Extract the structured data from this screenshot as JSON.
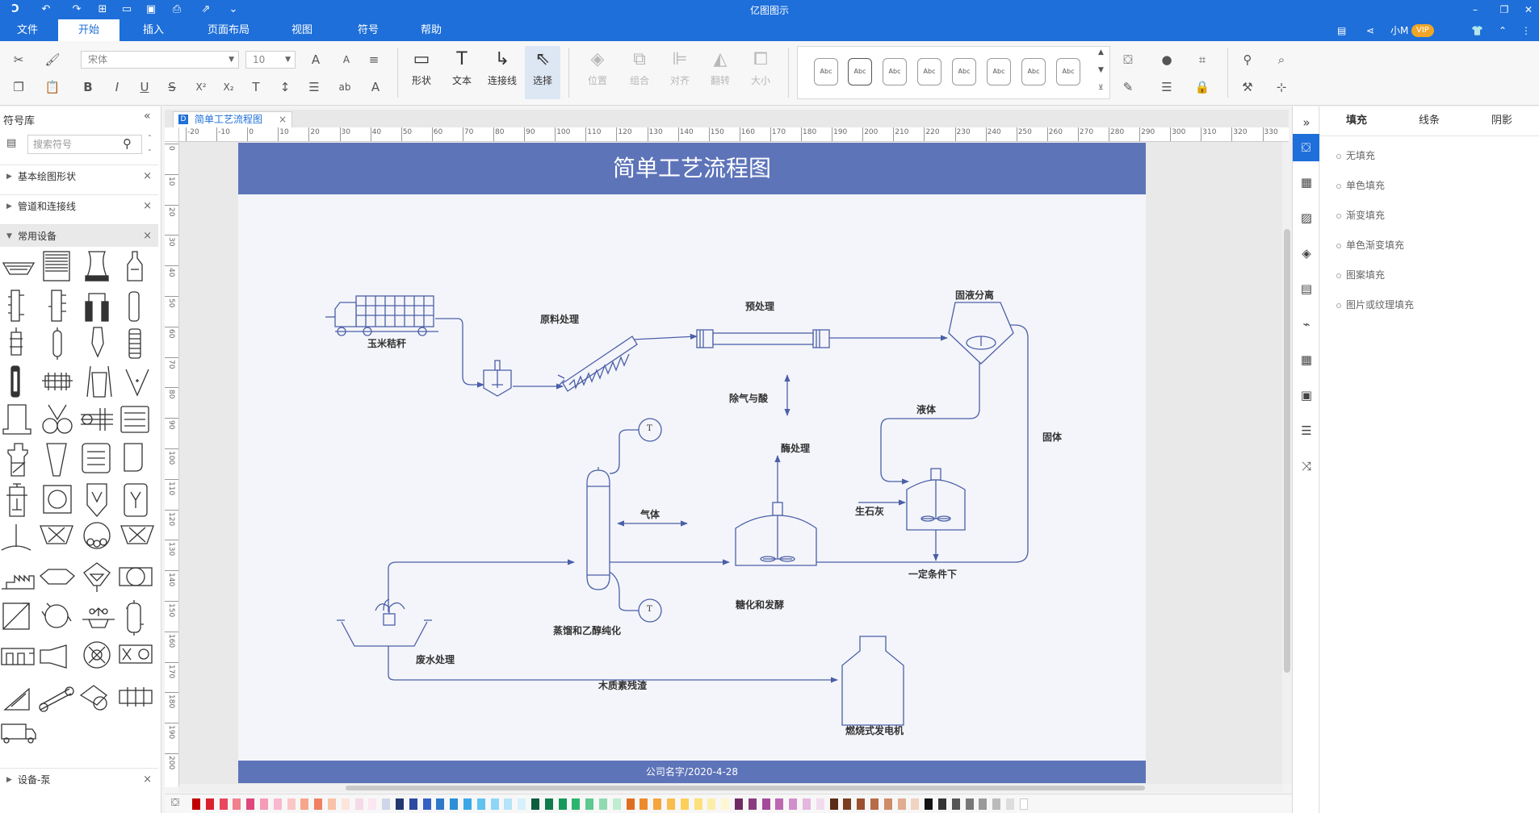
{
  "app": {
    "title": "亿图图示",
    "quick_access": [
      "undo-icon",
      "redo-icon",
      "new-icon",
      "open-icon",
      "save-icon",
      "print-icon",
      "export-icon",
      "more-icon"
    ]
  },
  "menu": {
    "items": [
      "文件",
      "开始",
      "插入",
      "页面布局",
      "视图",
      "符号",
      "帮助"
    ],
    "active": "开始",
    "user": "小M",
    "vip": "VIP"
  },
  "ribbon": {
    "font_name": "宋体",
    "font_size": "10",
    "big_buttons": [
      {
        "label": "形状",
        "icon": "rect-icon"
      },
      {
        "label": "文本",
        "icon": "text-icon"
      },
      {
        "label": "连接线",
        "icon": "connector-icon"
      },
      {
        "label": "选择",
        "icon": "pointer-icon"
      },
      {
        "label": "位置",
        "icon": "position-icon"
      },
      {
        "label": "组合",
        "icon": "group-icon"
      },
      {
        "label": "对齐",
        "icon": "align-icon"
      },
      {
        "label": "翻转",
        "icon": "flip-icon"
      },
      {
        "label": "大小",
        "icon": "size-icon"
      }
    ],
    "style_samples": [
      "Abc",
      "Abc",
      "Abc",
      "Abc",
      "Abc",
      "Abc",
      "Abc",
      "Abc"
    ]
  },
  "left_panel": {
    "title": "符号库",
    "search_placeholder": "搜索符号",
    "libraries": [
      {
        "label": "基本绘图形状",
        "open": false
      },
      {
        "label": "管道和连接线",
        "open": false
      },
      {
        "label": "常用设备",
        "open": true
      },
      {
        "label": "设备-泵",
        "open": false
      }
    ]
  },
  "document": {
    "tab_label": "简单工艺流程图",
    "ruler_h": [
      "-20",
      "-10",
      "0",
      "10",
      "20",
      "30",
      "40",
      "50",
      "60",
      "70",
      "80",
      "90",
      "100",
      "110",
      "120",
      "130",
      "140",
      "150",
      "160",
      "170",
      "180",
      "190",
      "200",
      "210",
      "220",
      "230",
      "240",
      "250",
      "260",
      "270",
      "280",
      "290",
      "300",
      "310",
      "320",
      "330"
    ],
    "ruler_v": [
      "0",
      "10",
      "20",
      "30",
      "40",
      "50",
      "60",
      "70",
      "80",
      "90",
      "100",
      "110",
      "120",
      "130",
      "140",
      "150",
      "160",
      "170",
      "180",
      "190",
      "200"
    ],
    "diagram_title": "简单工艺流程图",
    "footer": "公司名字/2020-4-28",
    "labels": {
      "corn": "玉米秸秆",
      "raw": "原料处理",
      "pre": "预处理",
      "sep": "固液分离",
      "degas": "除气与酸",
      "liquid": "液体",
      "solid": "固体",
      "enzyme": "酶处理",
      "lime": "生石灰",
      "cond": "一定条件下",
      "gas": "气体",
      "ferment": "糖化和发酵",
      "distill": "蒸馏和乙醇纯化",
      "waste": "废水处理",
      "lignin": "木质素残渣",
      "gen": "燃烧式发电机",
      "t1": "T",
      "t2": "T"
    }
  },
  "right_panel": {
    "tabs": [
      "填充",
      "线条",
      "阴影"
    ],
    "active_tab": "填充",
    "fill_options": [
      "无填充",
      "单色填充",
      "渐变填充",
      "单色渐变填充",
      "图案填充",
      "图片或纹理填充"
    ]
  },
  "colors": {
    "brand": "#1e6fd9",
    "page_band": "#5e74b9",
    "line": "#4a5fa8"
  },
  "palette": [
    "#c00000",
    "#d9222e",
    "#e8475d",
    "#f2808f",
    "#e0457b",
    "#f59bb8",
    "#f7b9cf",
    "#f9c7c5",
    "#f7a58b",
    "#f08060",
    "#f9c2a8",
    "#fde5dc",
    "#f6d9e8",
    "#fce6f0",
    "#d0d6ea",
    "#223771",
    "#2b4aa0",
    "#3560c4",
    "#2f78c7",
    "#2a8fd6",
    "#3ba7e6",
    "#5fc2ef",
    "#8dd6f5",
    "#b5e4f9",
    "#d6f1fb",
    "#0a5c3b",
    "#107a4c",
    "#17985c",
    "#2cb56e",
    "#5cc98d",
    "#8fdbb0",
    "#c0ecd0",
    "#e06e1f",
    "#ee8a2c",
    "#f6a43c",
    "#f9bd4c",
    "#fbd05a",
    "#fde07a",
    "#fdeea7",
    "#fff6d2",
    "#6e2b63",
    "#8a3b7d",
    "#a44a98",
    "#bd67b2",
    "#d28fcb",
    "#e4b7df",
    "#f2dbef",
    "#5a2c17",
    "#7a3d20",
    "#9b5030",
    "#b86b47",
    "#cf8b68",
    "#e0ad8f",
    "#f0d3c0",
    "#111111",
    "#333333",
    "#555555",
    "#777777",
    "#999999",
    "#bbbbbb",
    "#dddddd",
    "#ffffff"
  ]
}
